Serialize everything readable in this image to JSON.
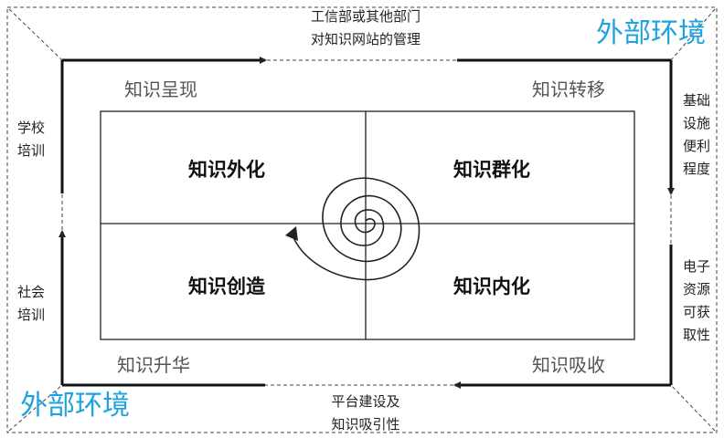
{
  "environment": {
    "top_right_label": "外部环境",
    "bottom_left_label": "外部环境",
    "color": "#1ea2e0"
  },
  "top_label": [
    "工信部或其他部门",
    "对知识网站的管理"
  ],
  "bottom_label": [
    "平台建设及",
    "知识吸引性"
  ],
  "left_top_label": [
    "学校",
    "培训"
  ],
  "left_bottom_label": [
    "社会",
    "培训"
  ],
  "right_top_label": [
    "基础",
    "设施",
    "便利",
    "程度"
  ],
  "right_bottom_label": [
    "电子",
    "资源",
    "可获",
    "取性"
  ],
  "corners": {
    "top_left": "知识呈现",
    "top_right": "知识转移",
    "bottom_left": "知识升华",
    "bottom_right": "知识吸收"
  },
  "quadrants": {
    "top_left": "知识外化",
    "top_right": "知识群化",
    "bottom_left": "知识创造",
    "bottom_right": "知识内化"
  }
}
